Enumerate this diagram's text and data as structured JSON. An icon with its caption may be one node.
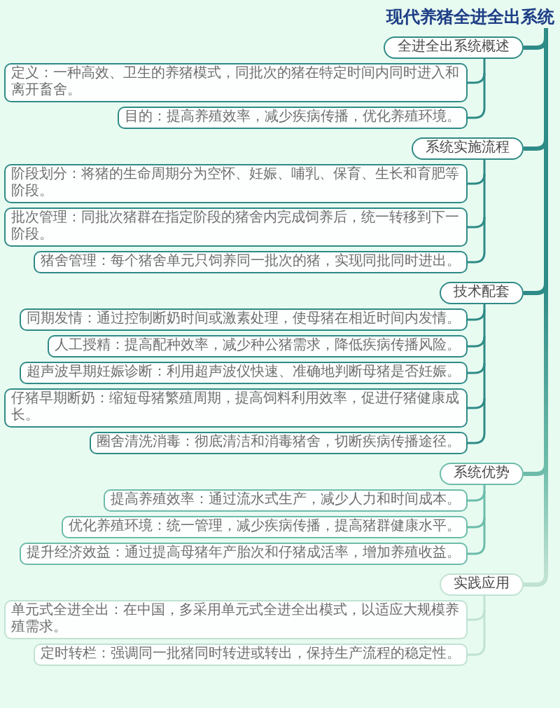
{
  "diagram": {
    "nodes": [
      {
        "text": [
          "现代养猪全进全出系统"
        ]
      },
      {
        "text": [
          "全进全出系统概述"
        ]
      },
      {
        "text": [
          "定义：一种高效、卫生的养猪模式，同批次的猪在特定时间内同时进入和离开畜舍。"
        ]
      },
      {
        "text": [
          "目的：提高养殖效率，减少疾病传播，优化养殖环境。"
        ]
      },
      {
        "text": [
          "系统实施流程"
        ]
      },
      {
        "text": [
          "阶段划分：将猪的生命周期分为空怀、妊娠、哺乳、保育、生长和育肥等阶段。"
        ]
      },
      {
        "text": [
          "批次管理：同批次猪群在指定阶段的猪舍内完成饲养后，统一转移到下一阶段。"
        ]
      },
      {
        "text": [
          "猪舍管理：每个猪舍单元只饲养同一批次的猪，实现同批同时进出。"
        ]
      },
      {
        "text": [
          "技术配套"
        ]
      },
      {
        "text": [
          "同期发情：通过控制断奶时间或激素处理，使母猪在相近时间内发情。"
        ]
      },
      {
        "text": [
          "人工授精：提高配种效率，减少种公猪需求，降低疾病传播风险。"
        ]
      },
      {
        "text": [
          "超声波早期妊娠诊断：利用超声波仪快速、准确地判断母猪是否妊娠。"
        ]
      },
      {
        "text": [
          "仔猪早期断奶：缩短母猪繁殖周期，提高饲料利用效率，促进仔猪健康成长。"
        ]
      },
      {
        "text": [
          "圈舍清洗消毒：彻底清洁和消毒猪舍，切断疾病传播途径。"
        ]
      },
      {
        "text": [
          "系统优势"
        ]
      },
      {
        "text": [
          "提高养殖效率：通过流水式生产，减少人力和时间成本。"
        ]
      },
      {
        "text": [
          "优化养殖环境：统一管理，减少疾病传播，提高猪群健康水平。"
        ]
      },
      {
        "text": [
          "提升经济效益：通过提高母猪年产胎次和仔猪成活率，增加养殖收益。"
        ]
      },
      {
        "text": [
          "实践应用"
        ]
      },
      {
        "text": [
          "单元式全进全出：在中国，多采用单元式全进全出模式，以适应大规模养殖需求。"
        ]
      },
      {
        "text": [
          "定时转栏：强调同一批猪同时转进或转出，保持生产流程的稳定性。"
        ]
      }
    ],
    "edges": [
      {
        "from": 0,
        "to": 1,
        "arrow": "none",
        "style": "thick"
      },
      {
        "from": 1,
        "to": 2,
        "arrow": "none"
      },
      {
        "from": 1,
        "to": 3,
        "arrow": "none"
      },
      {
        "from": 0,
        "to": 4,
        "arrow": "none",
        "style": "thick"
      },
      {
        "from": 4,
        "to": 5,
        "arrow": "none"
      },
      {
        "from": 4,
        "to": 6,
        "arrow": "none"
      },
      {
        "from": 4,
        "to": 7,
        "arrow": "none"
      },
      {
        "from": 0,
        "to": 8,
        "arrow": "none",
        "style": "thick"
      },
      {
        "from": 8,
        "to": 9,
        "arrow": "none"
      },
      {
        "from": 8,
        "to": 10,
        "arrow": "none"
      },
      {
        "from": 8,
        "to": 11,
        "arrow": "none"
      },
      {
        "from": 8,
        "to": 12,
        "arrow": "none"
      },
      {
        "from": 8,
        "to": 13,
        "arrow": "none"
      },
      {
        "from": 0,
        "to": 14,
        "arrow": "none",
        "style": "thick",
        "color": "#6dbcaa"
      },
      {
        "from": 14,
        "to": 15,
        "arrow": "none",
        "color": "#6dbcaa"
      },
      {
        "from": 14,
        "to": 16,
        "arrow": "none",
        "color": "#6dbcaa"
      },
      {
        "from": 14,
        "to": 17,
        "arrow": "none",
        "color": "#6dbcaa"
      },
      {
        "from": 0,
        "to": 18,
        "arrow": "none",
        "style": "thick",
        "color": "#c0e2d3"
      },
      {
        "from": 18,
        "to": 19,
        "arrow": "none",
        "color": "#c0e2d3"
      },
      {
        "from": 18,
        "to": 20,
        "arrow": "none",
        "color": "#c0e2d3"
      }
    ]
  }
}
